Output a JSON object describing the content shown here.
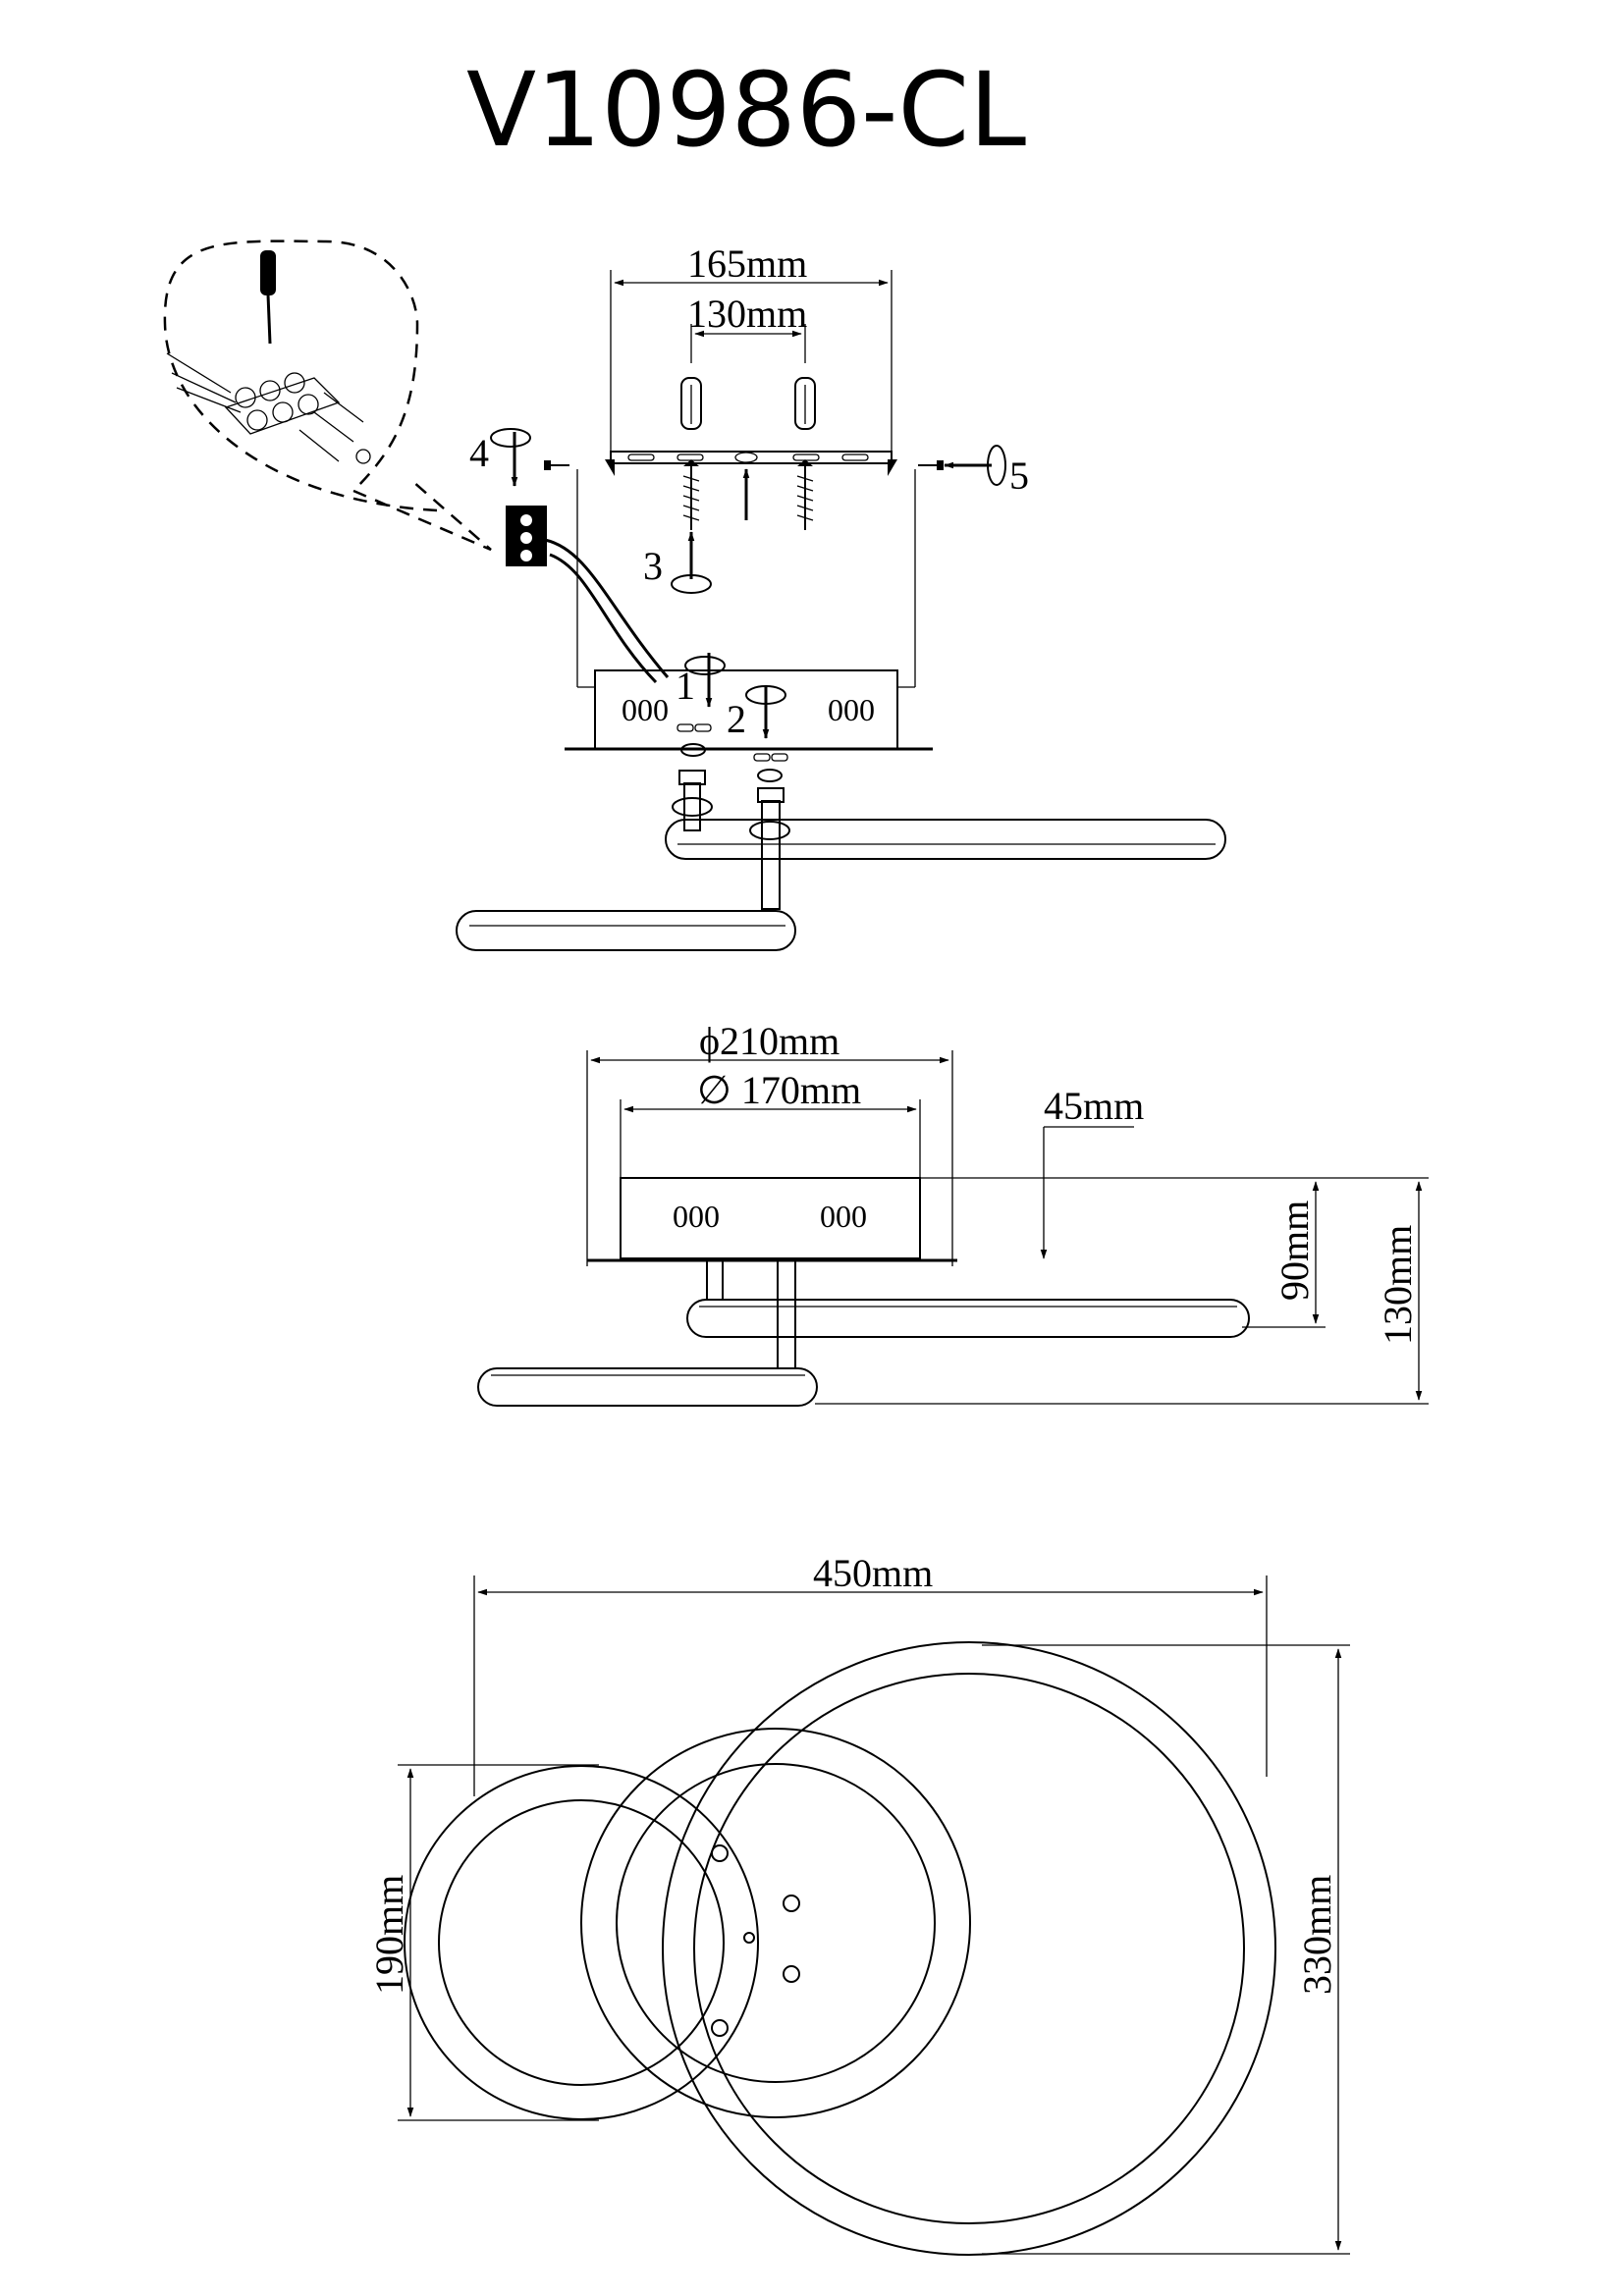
{
  "title": "V10986-CL",
  "install": {
    "dim_outer": "165mm",
    "dim_inner": "130mm",
    "steps": [
      "1",
      "2",
      "3",
      "4",
      "5"
    ],
    "vent_slots": "000"
  },
  "side": {
    "dim_outer": "ϕ210mm",
    "dim_inner": "∅ 170mm",
    "dim_canopy": "45mm",
    "dim_upper": "90mm",
    "dim_total": "130mm"
  },
  "top": {
    "dim_width": "450mm",
    "dim_small": "190mm",
    "dim_large": "330mm"
  }
}
